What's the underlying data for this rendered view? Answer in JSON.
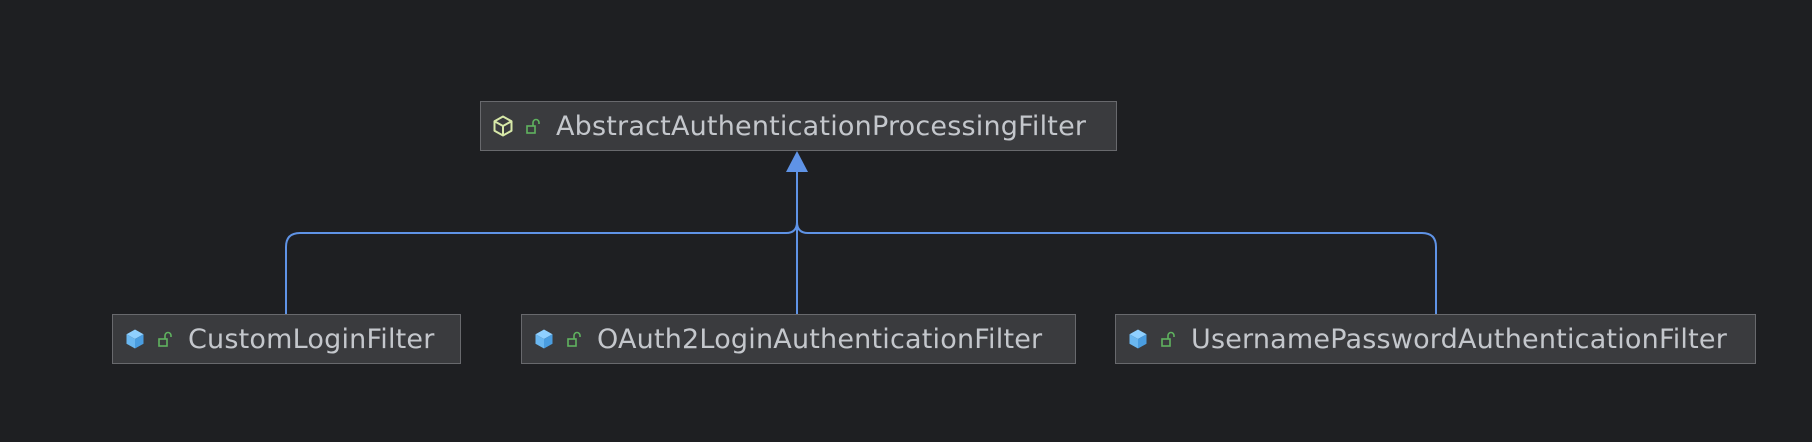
{
  "diagram": {
    "type": "class-hierarchy",
    "colors": {
      "background": "#1e1f22",
      "node_fill": "#3a3b3e",
      "node_border": "#68696d",
      "label_text": "#c4c7cc",
      "edge": "#5f93e6",
      "abstract_class_icon": "#d7e8a8",
      "class_icon": "#6ab7f0",
      "public_visibility_icon": "#5fb35f"
    },
    "nodes": {
      "abstract": {
        "label": "AbstractAuthenticationProcessingFilter",
        "kind": "abstract-class",
        "icon": "abstract-class-icon",
        "visibility_icon": "public-visibility-icon"
      },
      "custom": {
        "label": "CustomLoginFilter",
        "kind": "class",
        "icon": "class-icon",
        "visibility_icon": "public-visibility-icon"
      },
      "oauth2": {
        "label": "OAuth2LoginAuthenticationFilter",
        "kind": "class",
        "icon": "class-icon",
        "visibility_icon": "public-visibility-icon"
      },
      "username": {
        "label": "UsernamePasswordAuthenticationFilter",
        "kind": "class",
        "icon": "class-icon",
        "visibility_icon": "public-visibility-icon"
      }
    },
    "edges": [
      {
        "from": "custom",
        "to": "abstract",
        "relation": "extends"
      },
      {
        "from": "oauth2",
        "to": "abstract",
        "relation": "extends"
      },
      {
        "from": "username",
        "to": "abstract",
        "relation": "extends"
      }
    ]
  }
}
